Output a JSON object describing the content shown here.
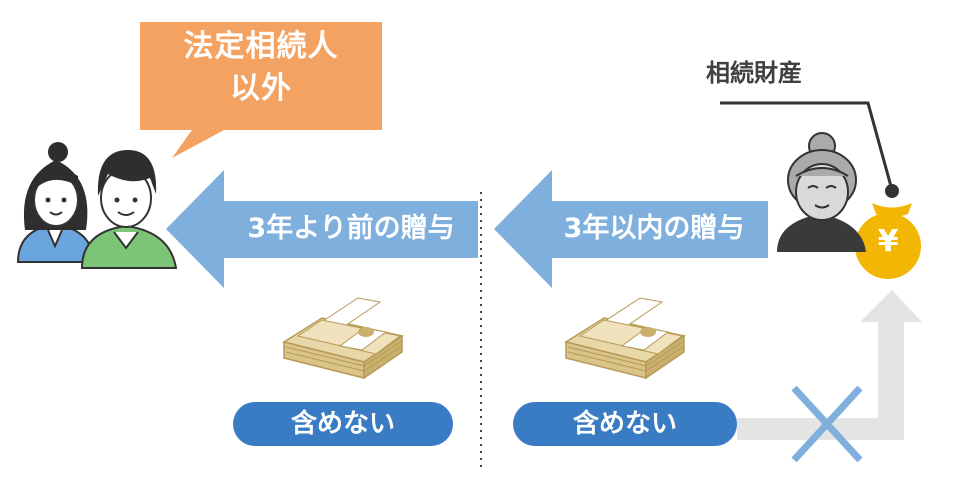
{
  "heirs": {
    "label_line1": "法定相続人",
    "label_line2": "以外"
  },
  "arrows": {
    "before_3_years": "3年より前の贈与",
    "within_3_years": "3年以内の贈与"
  },
  "pills": {
    "left": "含めない",
    "right": "含めない"
  },
  "estate": {
    "label": "相続財産",
    "yen_symbol": "¥"
  },
  "colors": {
    "bubble": "#f4a261",
    "arrow": "#7fb0dd",
    "pill": "#3a7cc3",
    "cross": "#7fb0dd",
    "gray_arrow": "#e4e4e4",
    "money_bag": "#f2b705"
  }
}
